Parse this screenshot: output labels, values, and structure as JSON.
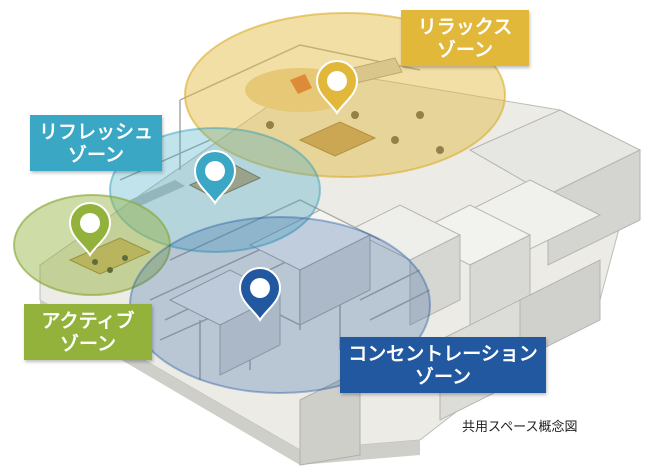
{
  "colors": {
    "relax": "#e2b83a",
    "refresh": "#3aa7c4",
    "active": "#93b23c",
    "concentration": "#2158a0",
    "floor": "#ecebe6",
    "wall": "#c9c9c6"
  },
  "zones": {
    "relax": {
      "line1": "リラックス",
      "line2": "ゾーン",
      "pin_icon": "location-pin-icon"
    },
    "refresh": {
      "line1": "リフレッシュ",
      "line2": "ゾーン",
      "pin_icon": "location-pin-icon"
    },
    "active": {
      "line1": "アクティブ",
      "line2": "ゾーン",
      "pin_icon": "location-pin-icon"
    },
    "concentration": {
      "line1": "コンセントレーション",
      "line2": "ゾーン",
      "pin_icon": "location-pin-icon"
    }
  },
  "caption": "共用スペース概念図"
}
